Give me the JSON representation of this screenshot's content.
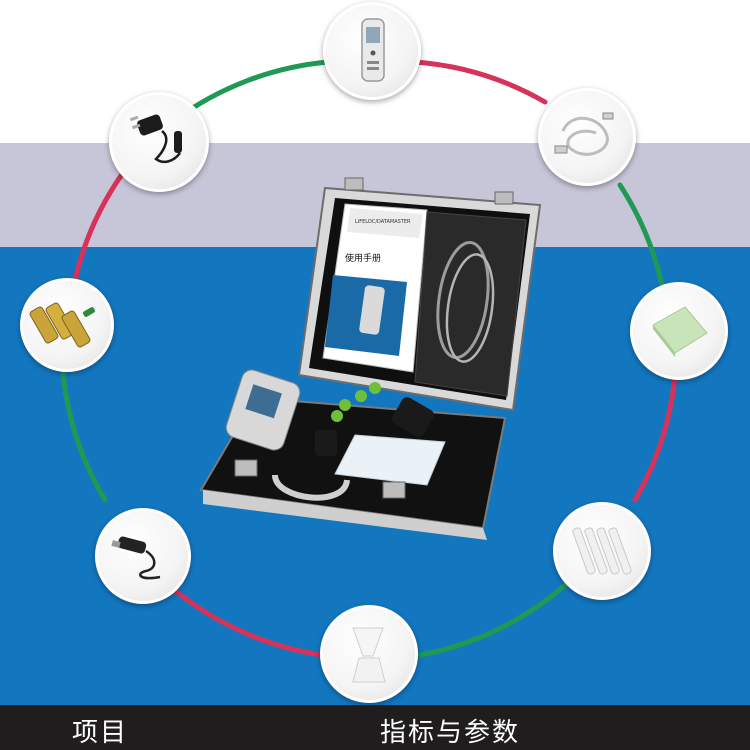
{
  "footer": {
    "col1_label": "项目",
    "col2_label": "指标与参数"
  },
  "product_box": {
    "manual_brand_text": "LIFELOC/DATAMASTER",
    "manual_title_text": "使用手册"
  },
  "colors": {
    "ring_red": "#d6325a",
    "ring_green": "#1f9a54",
    "band_grey": "#c7c6d8",
    "band_blue": "#1377c0",
    "footer_bg": "#201d1e"
  },
  "accessories": [
    {
      "name": "breathalyzer-device",
      "icon": "breathalyzer-icon"
    },
    {
      "name": "usb-cable",
      "icon": "usb-cable-icon"
    },
    {
      "name": "cleaning-cloth",
      "icon": "cloth-icon"
    },
    {
      "name": "mouthpieces",
      "icon": "mouthpieces-icon"
    },
    {
      "name": "funnel-mouthpiece",
      "icon": "funnel-icon"
    },
    {
      "name": "car-charger",
      "icon": "car-charger-icon"
    },
    {
      "name": "batteries",
      "icon": "battery-icon"
    },
    {
      "name": "ac-adapter",
      "icon": "ac-adapter-icon"
    }
  ]
}
